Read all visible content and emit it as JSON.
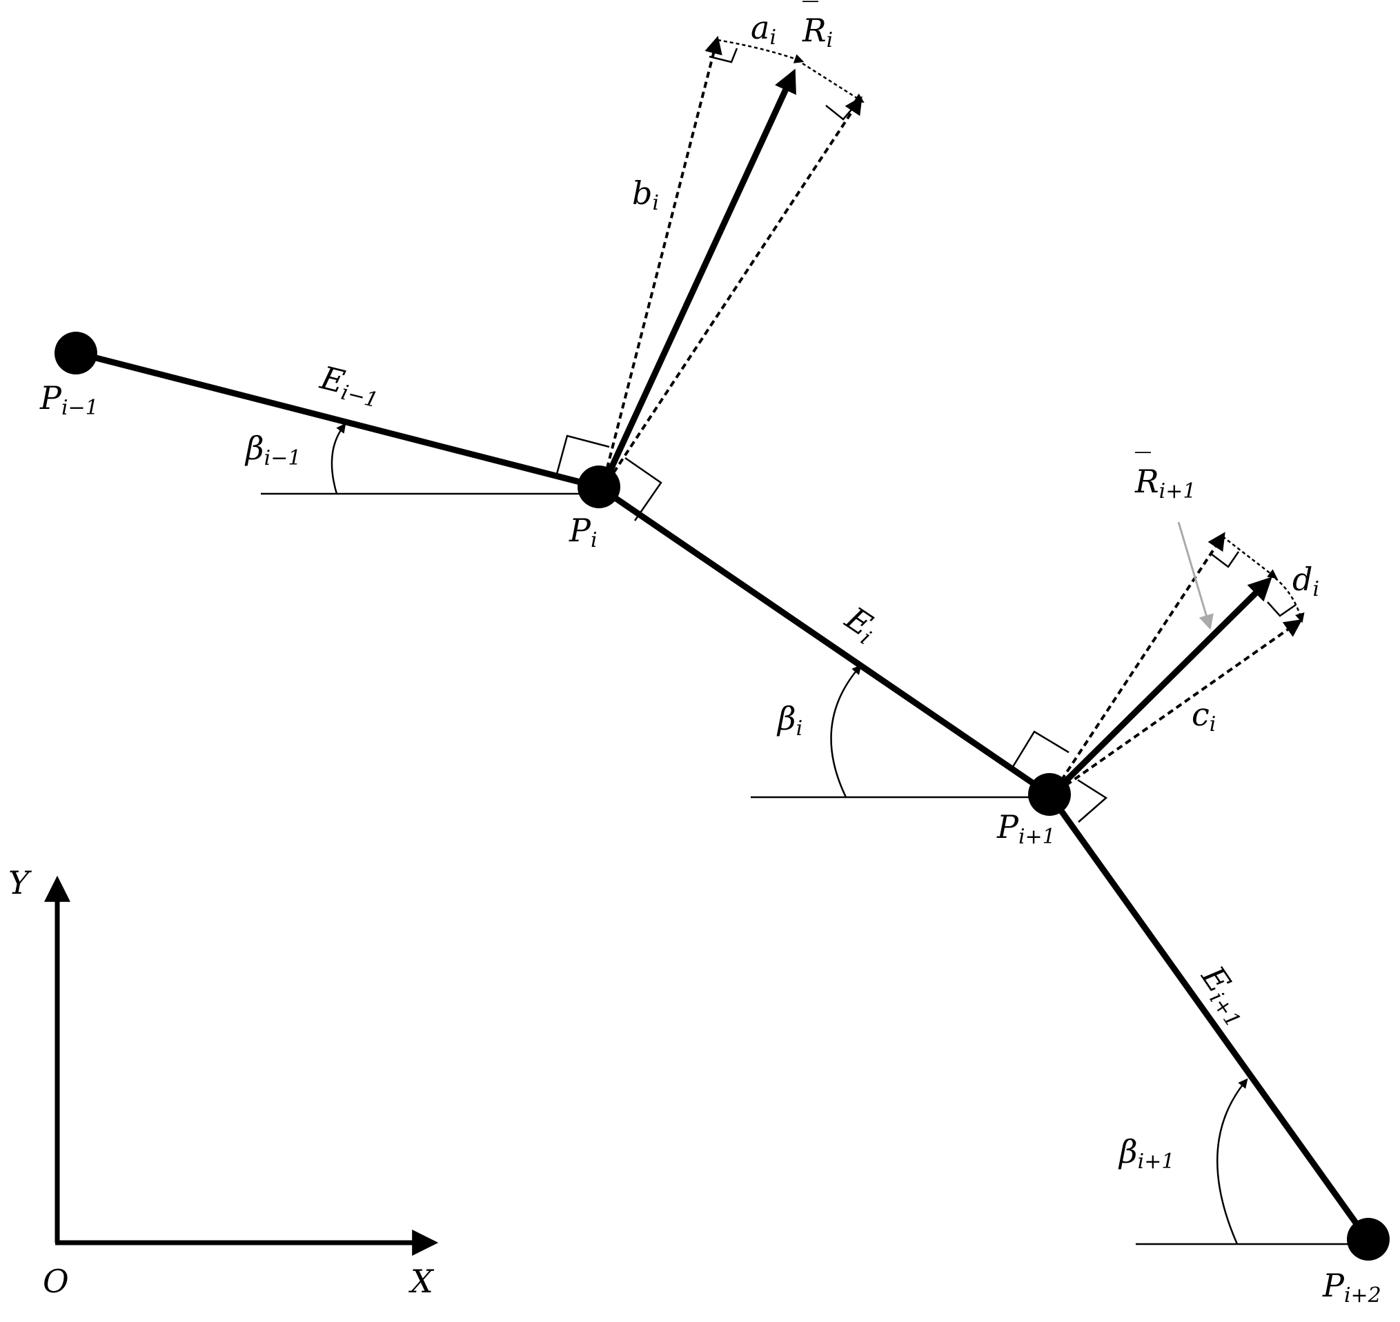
{
  "axes": {
    "origin_label": "O",
    "x_label": "X",
    "y_label": "Y"
  },
  "points": {
    "p_im1": {
      "base": "P",
      "sub": "i−1"
    },
    "p_i": {
      "base": "P",
      "sub": "i"
    },
    "p_ip1": {
      "base": "P",
      "sub": "i+1"
    },
    "p_ip2": {
      "base": "P",
      "sub": "i+2"
    }
  },
  "edges": {
    "e_im1": {
      "base": "E",
      "sub": "i−1"
    },
    "e_i": {
      "base": "E",
      "sub": "i"
    },
    "e_ip1": {
      "base": "E",
      "sub": "i+1"
    }
  },
  "angles": {
    "beta_im1": {
      "base": "β",
      "sub": "i−1"
    },
    "beta_i": {
      "base": "β",
      "sub": "i"
    },
    "beta_ip1": {
      "base": "β",
      "sub": "i+1"
    }
  },
  "vectors": {
    "r_i": {
      "base": "R",
      "sub": "i",
      "bar": "‾"
    },
    "r_ip1": {
      "base": "R",
      "sub": "i+1",
      "bar": "‾"
    }
  },
  "offsets": {
    "a_i": {
      "base": "a",
      "sub": "i"
    },
    "b_i": {
      "base": "b",
      "sub": "i"
    },
    "c_i": {
      "base": "c",
      "sub": "i"
    },
    "d_i": {
      "base": "d",
      "sub": "i"
    }
  }
}
